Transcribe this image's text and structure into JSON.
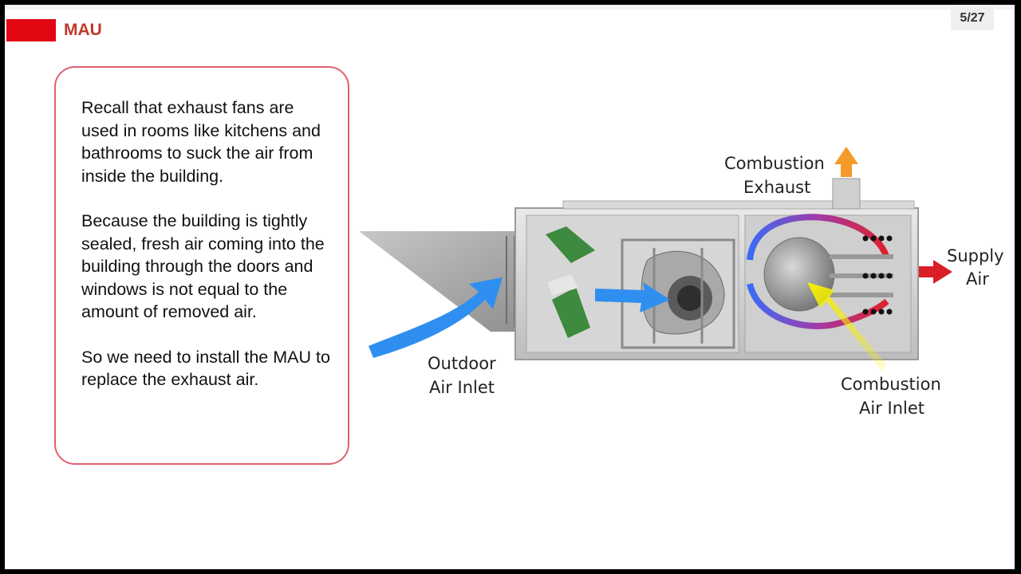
{
  "header": {
    "title": "MAU",
    "accent_color": "#e30613",
    "page_indicator": "5/27"
  },
  "text_box": {
    "paragraphs": [
      "Recall that exhaust fans are used in rooms like kitchens and bathrooms to suck the air from inside the building.",
      "Because the building is tightly sealed, fresh air coming into the building through the doors and windows is not equal to the amount of removed air.",
      "So we need to install the MAU to replace the exhaust air."
    ],
    "border_color": "#e06070"
  },
  "diagram": {
    "labels": {
      "combustion_exhaust_1": "Combustion",
      "combustion_exhaust_2": "Exhaust",
      "supply_air_1": "Supply",
      "supply_air_2": "Air",
      "outdoor_air_inlet_1": "Outdoor",
      "outdoor_air_inlet_2": "Air Inlet",
      "combustion_air_inlet_1": "Combustion",
      "combustion_air_inlet_2": "Air Inlet"
    },
    "colors": {
      "outdoor_air_arrow": "#2f8ff0",
      "exhaust_arrow": "#f39a2b",
      "supply_arrow": "#d81f26",
      "combustion_inlet_arrow": "#f5f000"
    }
  }
}
